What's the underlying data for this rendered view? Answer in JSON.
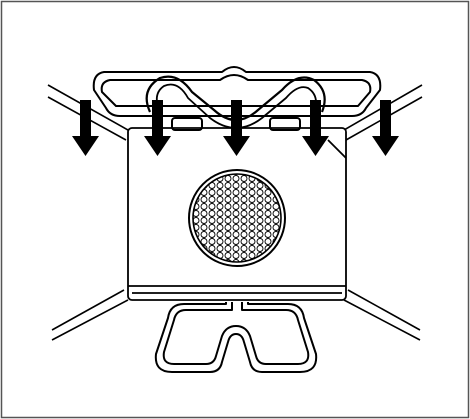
{
  "diagram": {
    "subject": "oven-cavity-top-heating-element",
    "components": {
      "frame": "outer-border",
      "cavity": "oven-interior-perspective",
      "back_panel": "rear-wall-panel",
      "fan_cover": "hexagonal-mesh-fan-grille",
      "top_element": "upper-grill-heating-element",
      "bottom_element": "lower-heating-element",
      "arrows": [
        "heat-arrow-1",
        "heat-arrow-2",
        "heat-arrow-3",
        "heat-arrow-4",
        "heat-arrow-5"
      ]
    },
    "arrow_direction": "down",
    "colors": {
      "stroke": "#000000",
      "background": "#ffffff",
      "frame_border": "#555555"
    }
  }
}
